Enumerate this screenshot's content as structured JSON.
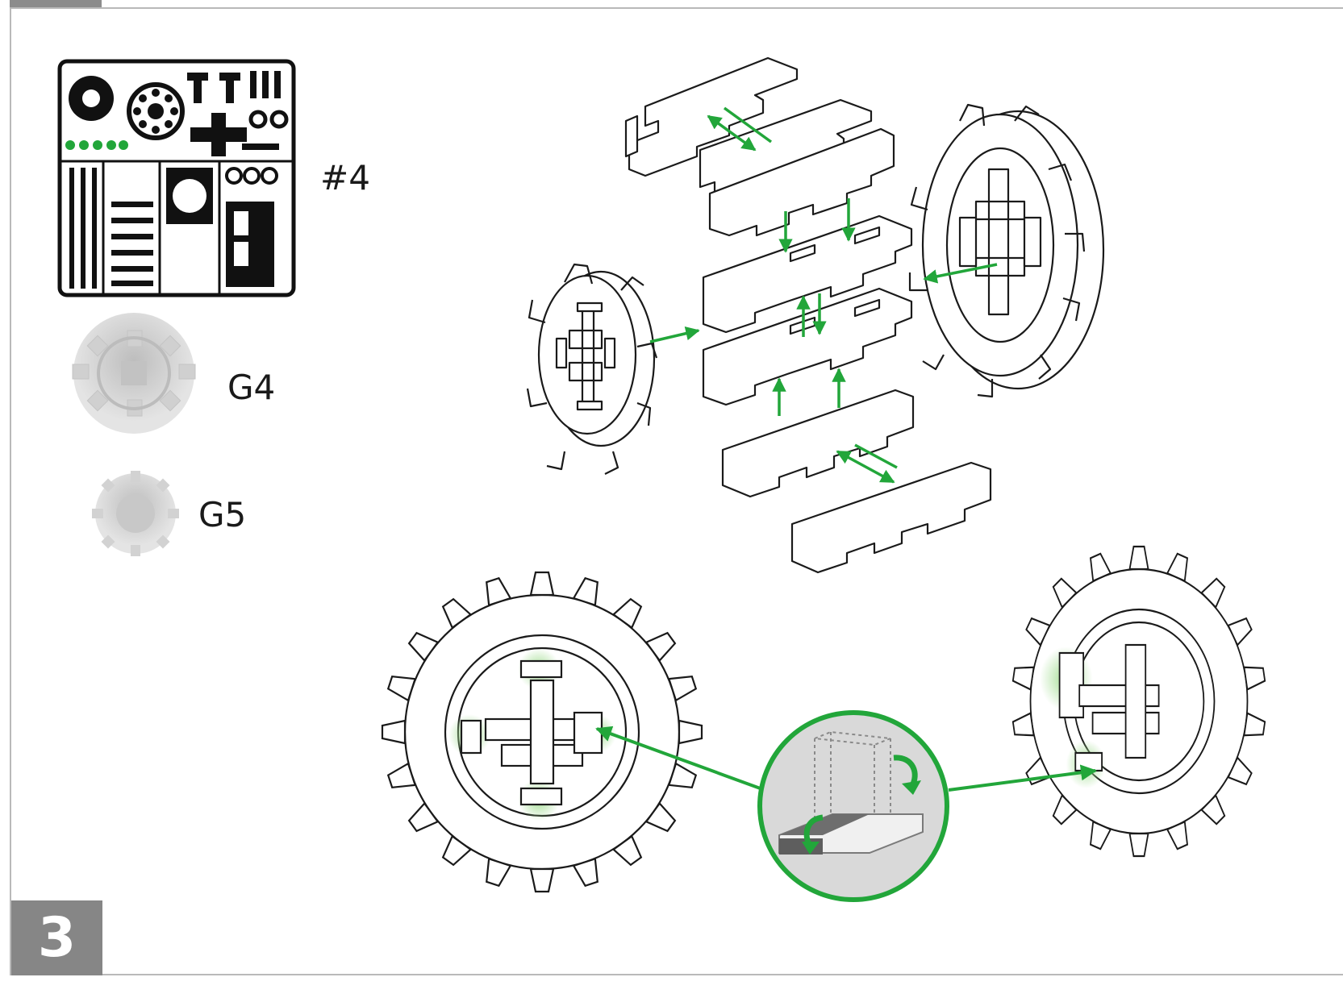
{
  "step": {
    "number": "3"
  },
  "parts": {
    "sprue_label": "#4",
    "gear_large_label": "G4",
    "gear_small_label": "G5"
  },
  "colors": {
    "accent": "#22a63a",
    "highlight": "#9fdc8e",
    "step_badge": "#868686",
    "frame": "#b9b9b9",
    "part_gray": "#d4d4d4",
    "line": "#1a1a1a"
  }
}
